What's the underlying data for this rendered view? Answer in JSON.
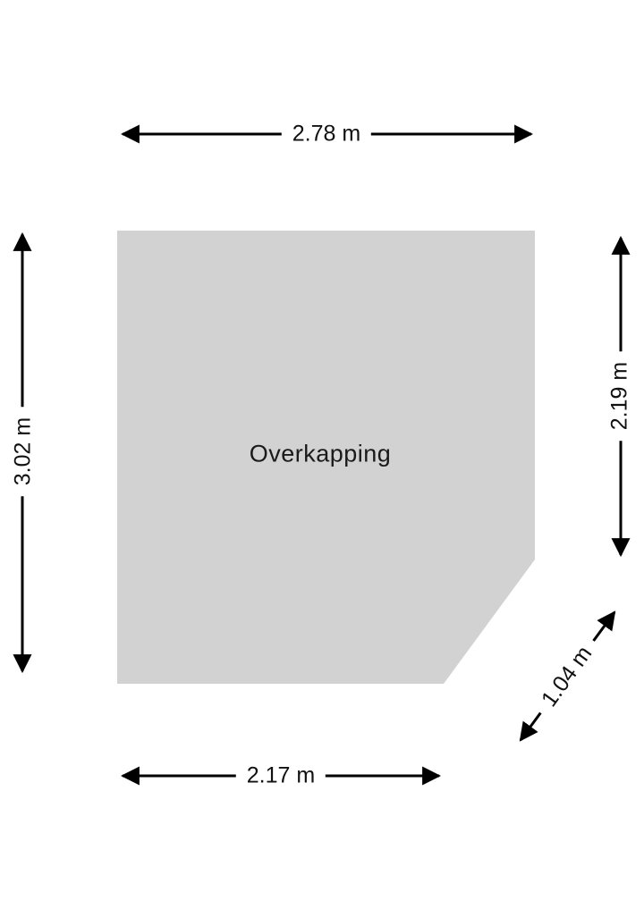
{
  "diagram": {
    "room": {
      "label": "Overkapping",
      "fill": "#d2d2d2"
    },
    "dimensions": {
      "top": "2.78 m",
      "left": "3.02 m",
      "right": "2.19 m",
      "bottom": "2.17 m",
      "diagonal": "1.04 m"
    },
    "colors": {
      "arrow": "#000000",
      "text": "#111111",
      "background": "#ffffff"
    }
  }
}
